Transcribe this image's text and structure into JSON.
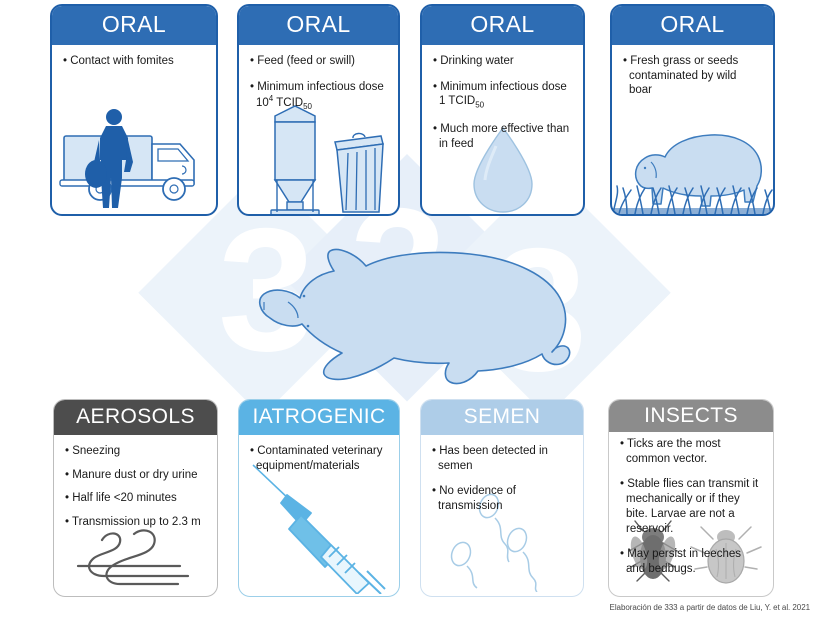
{
  "infographic": {
    "credit": "Elaboración de 333 a partir de datos de Liu, Y. et al. 2021",
    "watermark_text": "333",
    "colors": {
      "oral_header": "#2E6DB4",
      "aerosols_header": "#4D4D4D",
      "iatrogenic_header": "#5BB3E4",
      "semen_header": "#AECDE8",
      "insects_header": "#8C8C8C",
      "art_fill": "#C6DCF0",
      "art_stroke": "#2E6DB4",
      "watermark": "#E8F0F9"
    }
  },
  "top_row": [
    {
      "title": "ORAL",
      "icon": "truck-and-worker-icon",
      "bullets": [
        {
          "text": "• Contact with fomites"
        }
      ]
    },
    {
      "title": "ORAL",
      "icon": "feed-silo-and-bin-icon",
      "bullets": [
        {
          "text": "• Feed (feed or swill)"
        },
        {
          "pre": "• Minimum infectious dose ",
          "base": "10",
          "sup": "4",
          "mid": " TCID",
          "sub": "50"
        }
      ]
    },
    {
      "title": "ORAL",
      "icon": "water-droplet-icon",
      "bullets": [
        {
          "text": "• Drinking water"
        },
        {
          "pre": "• Minimum infectious dose ",
          "base": "1",
          "sup": "",
          "mid": " TCID",
          "sub": "50"
        },
        {
          "text": "• Much more effective than in feed"
        }
      ]
    },
    {
      "title": "ORAL",
      "icon": "wild-boar-on-grass-icon",
      "bullets": [
        {
          "text": "• Fresh grass or seeds contaminated by wild boar"
        }
      ]
    }
  ],
  "bottom_row": [
    {
      "title": "AEROSOLS",
      "icon": "wind-swirl-icon",
      "bullets": [
        {
          "text": "• Sneezing"
        },
        {
          "text": "• Manure dust or dry urine"
        },
        {
          "text": "• Half life <20 minutes"
        },
        {
          "text": "• Transmission up to 2.3 m"
        }
      ]
    },
    {
      "title": "IATROGENIC",
      "icon": "syringe-icon",
      "bullets": [
        {
          "text": "• Contaminated veterinary equipment/materials"
        }
      ]
    },
    {
      "title": "SEMEN",
      "icon": "spermatozoa-icon",
      "bullets": [
        {
          "text": "• Has been detected in semen"
        },
        {
          "text": "• No evidence of transmission"
        }
      ]
    },
    {
      "title": "INSECTS",
      "icon": "fly-and-tick-icon",
      "bullets": [
        {
          "text": "•  Ticks are the most common vector."
        },
        {
          "text": "• Stable flies can transmit it mechanically or if they bite. Larvae are not a reservoir."
        },
        {
          "text": "• May persist in leeches and bedbugs."
        }
      ]
    }
  ]
}
